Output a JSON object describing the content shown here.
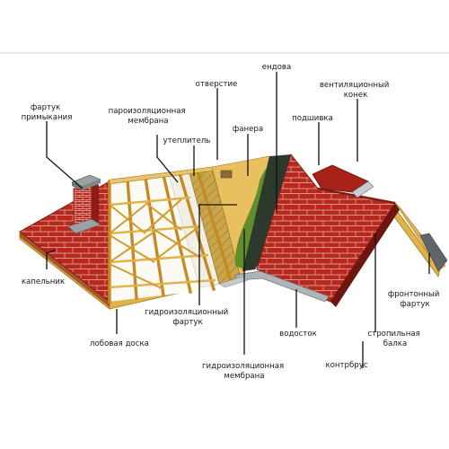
{
  "diagram": {
    "labels": {
      "fartuk_primykaniya": [
        "фартук",
        "примыкания"
      ],
      "paroizol_membrana": [
        "пароизоляционная",
        "мембрана"
      ],
      "otverstie": "отверстие",
      "endova": "ендова",
      "ventil_konek": [
        "вентиляционный",
        "конек"
      ],
      "uteplitel": "утеплитель",
      "fanera": "фанера",
      "podshivka": "подшивка",
      "kapelnik": "капельник",
      "gidroizol_fartuk": [
        "гидроизоляционный",
        "фартук"
      ],
      "lobovaya_doska": "лобовая доска",
      "vodostok": "водосток",
      "stropilnaya_balka": [
        "стропильная",
        "балка"
      ],
      "frontonny_fartuk": [
        "фронтонный",
        "фартук"
      ],
      "gidroizol_membrana": [
        "гидроизоляционная",
        "мембрана"
      ],
      "kontrbrus": "контрбрус"
    },
    "colors": {
      "tile": "#b8281c",
      "tile_dark": "#7f1a12",
      "tile_line": "#e8c8c0",
      "wood": "#d9a63a",
      "wood_dark": "#a8741c",
      "board": "#e0b24a",
      "plywood": "#e8c060",
      "membrane_green": "#5a8a2a",
      "valley": "#2a3a2a",
      "gutter": "#9aa0a4",
      "chimney": "#b8281c",
      "leader": "#111111"
    }
  }
}
